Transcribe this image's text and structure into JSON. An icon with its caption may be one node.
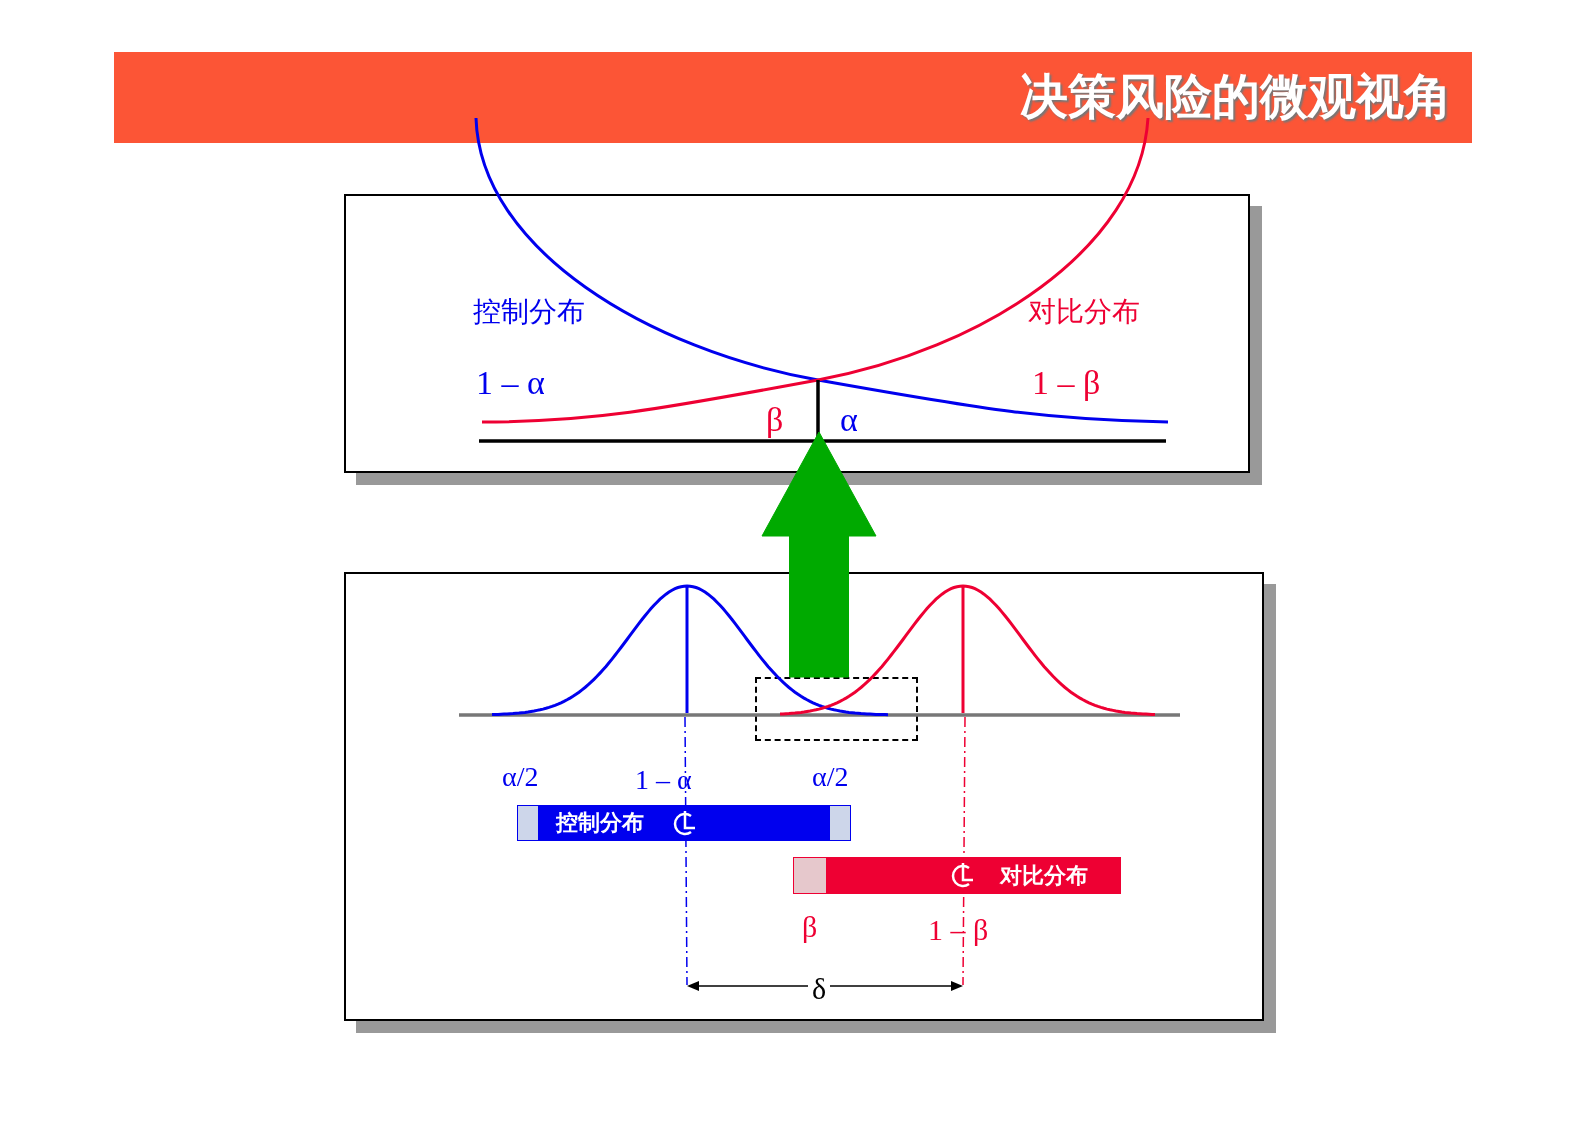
{
  "diagram": {
    "title": "决策风险的微观视角",
    "nodes": [
      {
        "text": [
          "控制分布",
          "对比分布",
          "1 – α",
          "1 – β",
          "β",
          "α"
        ]
      },
      {
        "text": [
          "α/2",
          "1 – α",
          "α/2",
          "β",
          "1 – β",
          "δ"
        ]
      },
      {
        "text": [],
        "shape": "box",
        "in": 1
      },
      {
        "text": [
          "控制分布"
        ],
        "in": 1
      },
      {
        "text": [
          "对比分布"
        ],
        "in": 1
      }
    ],
    "edges": [
      {
        "from": 2,
        "to": 0,
        "arrow": "to",
        "style": "thick",
        "color": "#00aa00"
      }
    ]
  }
}
